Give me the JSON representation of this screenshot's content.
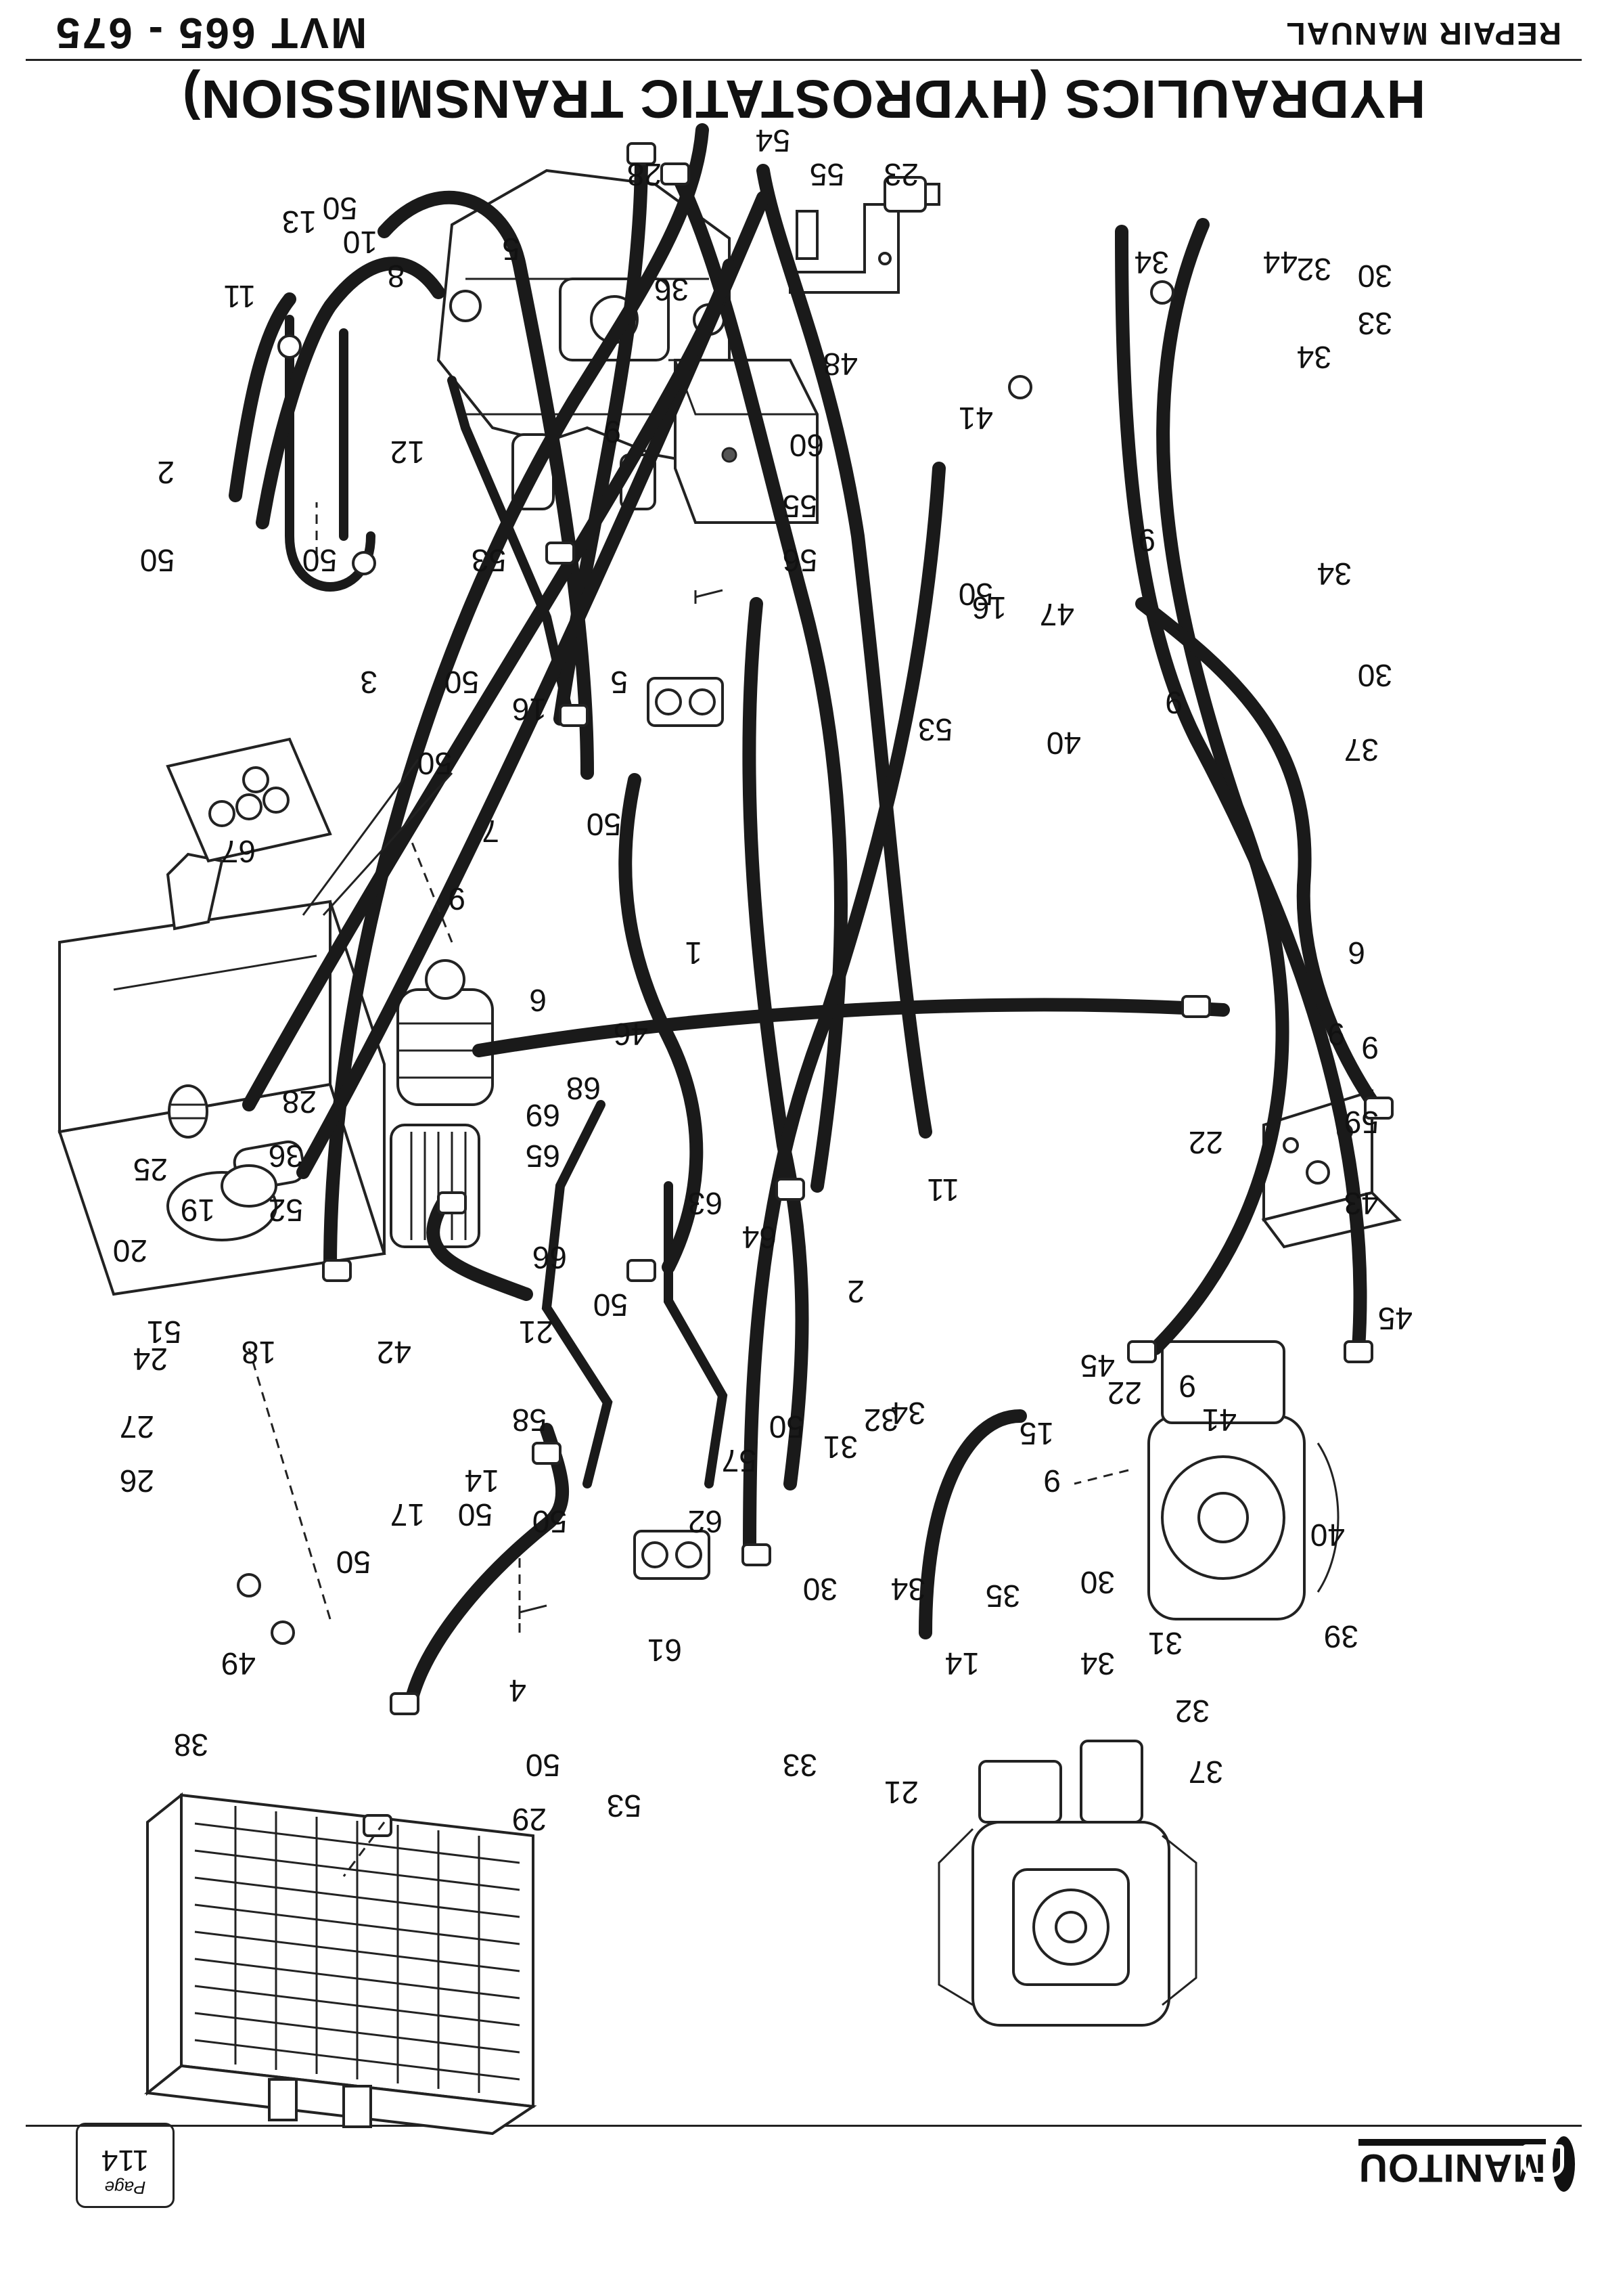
{
  "header": {
    "brand": "MANITOU",
    "page_label": "Page",
    "page_number": "114"
  },
  "footer": {
    "manual_label": "REPAIR MANUAL",
    "model": "MVT 665 - 675",
    "title": "HYDRAULICS (HYDROSTATIC TRANSMISSION)"
  },
  "callouts": [
    "1",
    "2",
    "3",
    "4",
    "5",
    "6",
    "7",
    "8",
    "9",
    "10",
    "11",
    "12",
    "13",
    "14",
    "15",
    "16",
    "17",
    "18",
    "19",
    "20",
    "21",
    "22",
    "23",
    "24",
    "25",
    "26",
    "27",
    "28",
    "29",
    "30",
    "31",
    "32",
    "33",
    "34",
    "35",
    "36",
    "37",
    "38",
    "39",
    "40",
    "41",
    "42",
    "43",
    "44",
    "45",
    "46",
    "47",
    "48",
    "49",
    "50",
    "51",
    "52",
    "53",
    "54",
    "55",
    "56",
    "57",
    "58",
    "59",
    "60",
    "61",
    "62",
    "63",
    "64",
    "65",
    "66",
    "67",
    "68",
    "69"
  ]
}
